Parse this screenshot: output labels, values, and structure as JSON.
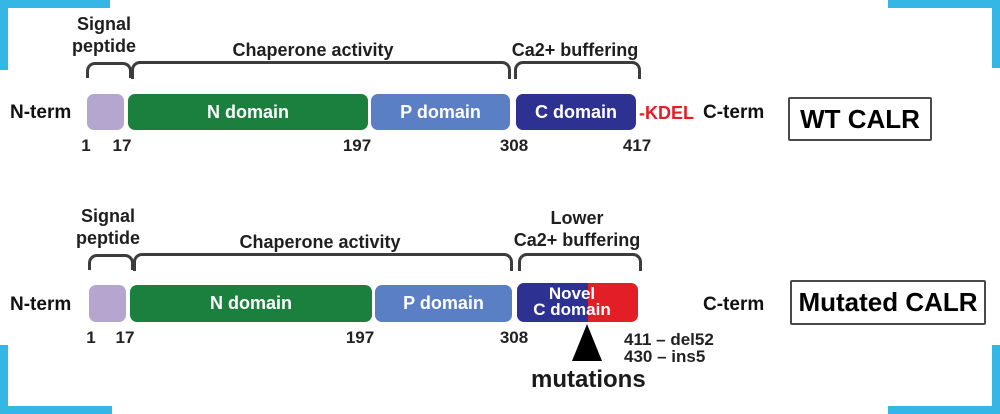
{
  "figure_colors": {
    "accent_cyan": "#35b7e5",
    "signal_peptide": "#b4a6ce",
    "n_domain_green": "#1b7f3e",
    "p_domain_blue": "#5a7fc5",
    "c_domain_navy": "#2c3192",
    "mutant_red": "#e31e26"
  },
  "wt": {
    "variant_label": "WT CALR",
    "signal_peptide_label": "Signal\npeptide",
    "chaperone_label": "Chaperone activity",
    "ca_buffering_label": "Ca2+ buffering",
    "n_term": "N-term",
    "c_term": "C-term",
    "kdel": "-KDEL",
    "domains": {
      "n": "N domain",
      "p": "P domain",
      "c": "C domain"
    },
    "positions": [
      "1",
      "17",
      "197",
      "308",
      "417"
    ]
  },
  "mut": {
    "variant_label": "Mutated CALR",
    "signal_peptide_label": "Signal\npeptide",
    "chaperone_label": "Chaperone activity",
    "ca_buffering_label": "Lower\nCa2+ buffering",
    "n_term": "N-term",
    "c_term": "C-term",
    "domains": {
      "n": "N domain",
      "p": "P domain",
      "novel": "Novel\nC domain"
    },
    "positions": [
      "1",
      "17",
      "197",
      "308"
    ],
    "mutation_lines": [
      "411 – del52",
      "430 – ins5"
    ],
    "mutations_label": "mutations"
  }
}
